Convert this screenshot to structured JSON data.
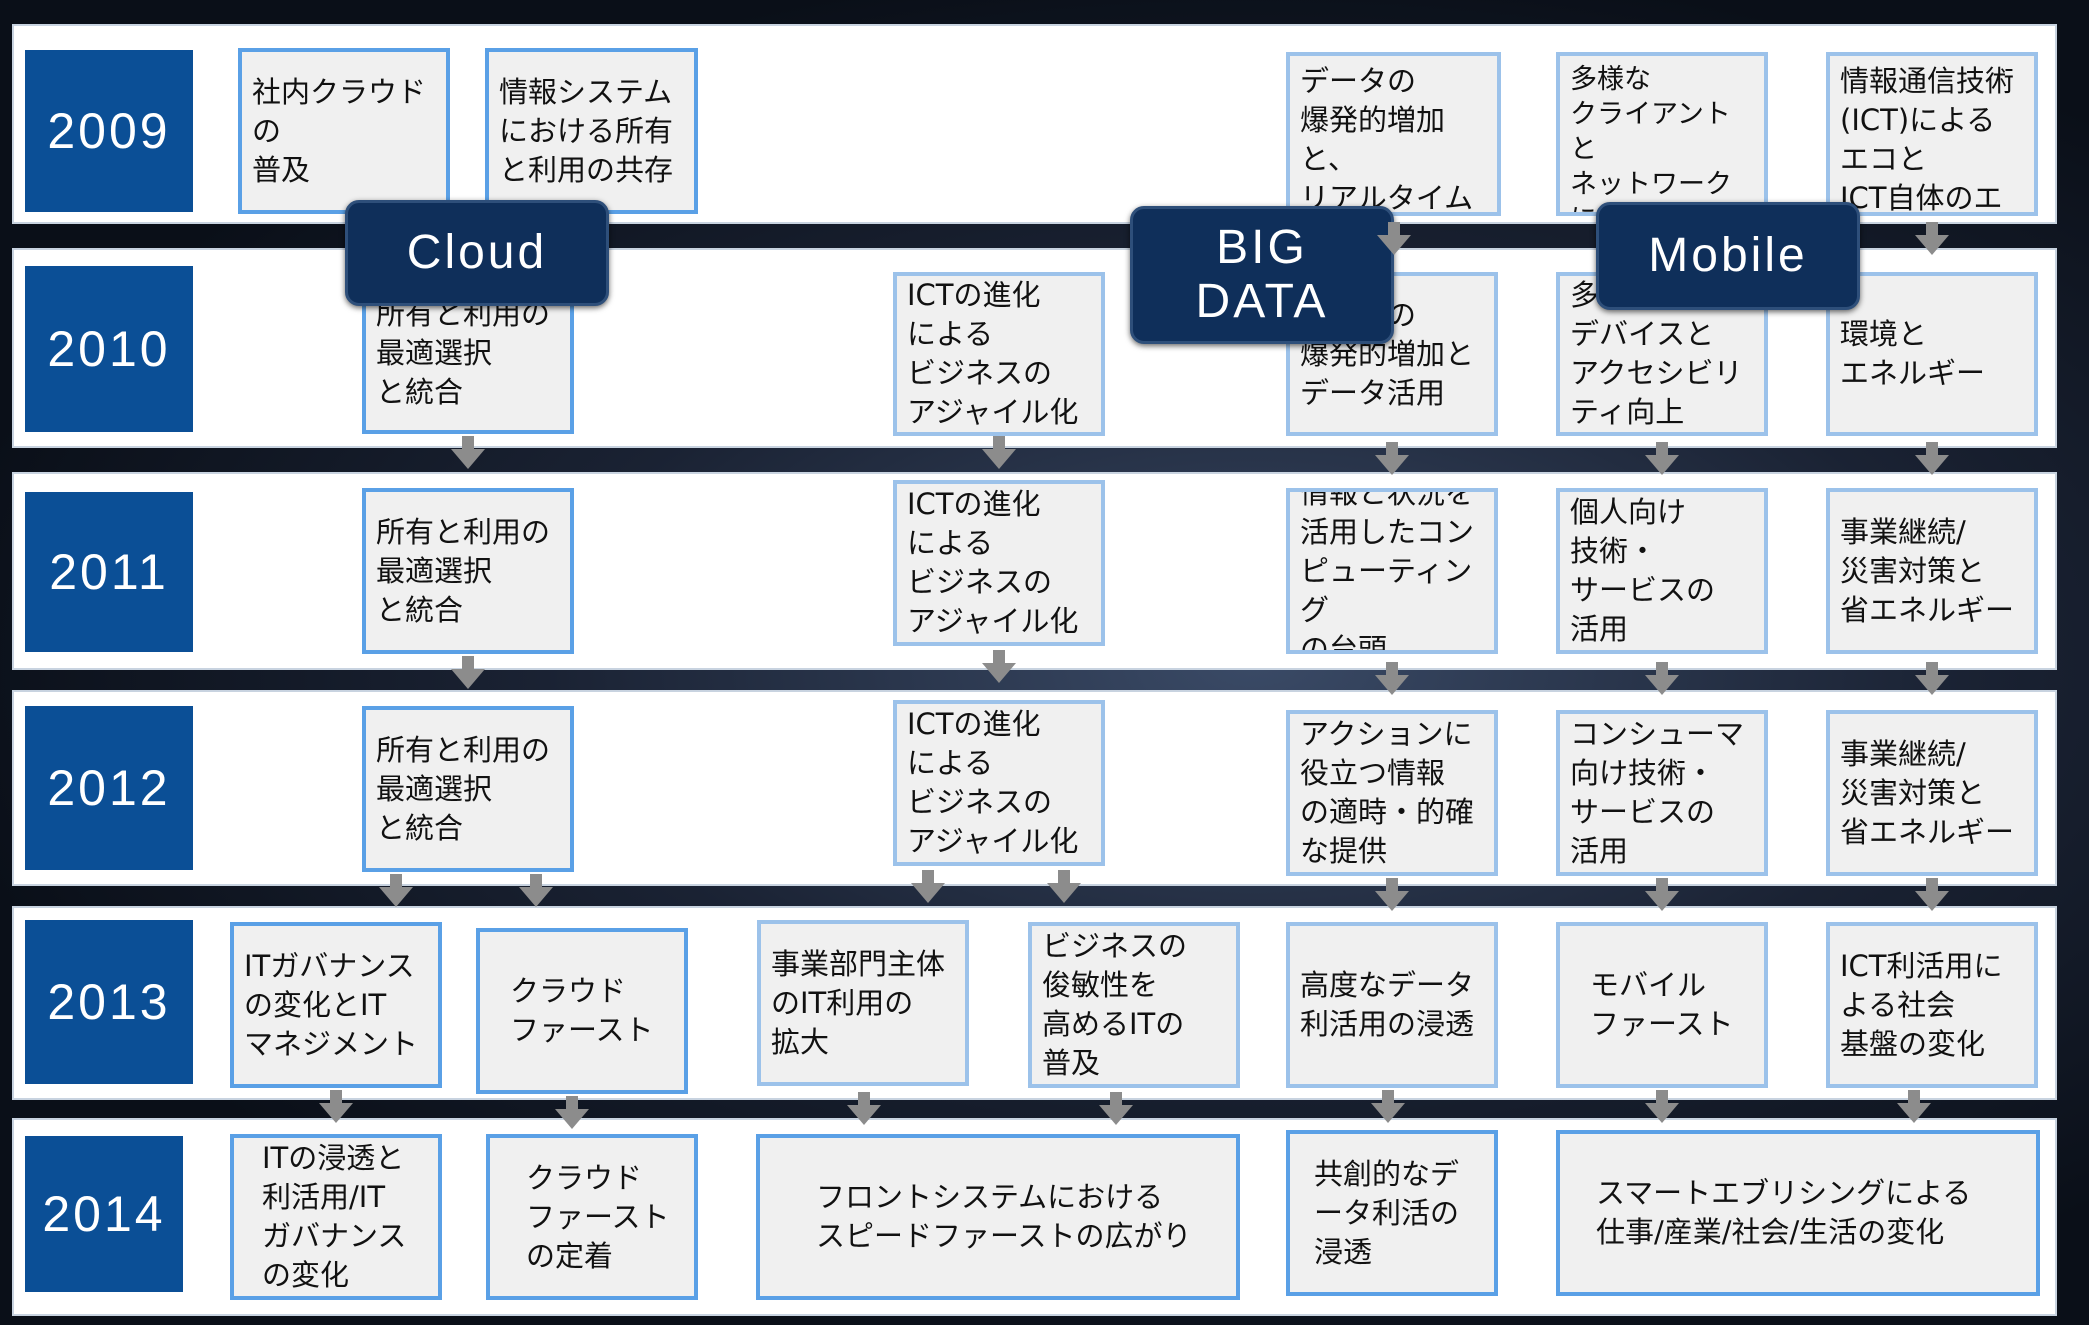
{
  "years": [
    "2009",
    "2010",
    "2011",
    "2012",
    "2013",
    "2014"
  ],
  "themes": {
    "cloud": "Cloud",
    "bigdata": "BIG\nDATA",
    "mobile": "Mobile"
  },
  "boxes": {
    "y2009": {
      "c1": "社内クラウドの\n普及",
      "c2": "情報システム\nにおける所有\nと利用の共存",
      "b1": "データの\n爆発的増加と、\nリアルタイムで\nのデータ活用",
      "m1": "多様な\nクライアントと\nネットワークに\nよるアクセシ\nビリティ向上",
      "e1": "情報通信技術\n(ICT)による\nエコと\nICT自体のエコ"
    },
    "y2010": {
      "c1": "所有と利用の\n最適選択\nと統合",
      "a1": "ICTの進化\nによる\nビジネスの\nアジャイル化",
      "b1": "データの\n爆発的増加と\nデータ活用",
      "m1": "多様な\nデバイスと\nアクセシビリ\nティ向上",
      "e1": "環境と\nエネルギー"
    },
    "y2011": {
      "c1": "所有と利用の\n最適選択\nと統合",
      "a1": "ICTの進化\nによる\nビジネスの\nアジャイル化",
      "b1": "情報と状況を\n活用したコン\nピューティング\nの台頭",
      "m1": "個人向け\n技術・\nサービスの\n活用",
      "e1": "事業継続/\n災害対策と\n省エネルギー"
    },
    "y2012": {
      "c1": "所有と利用の\n最適選択\nと統合",
      "a1": "ICTの進化\nによる\nビジネスの\nアジャイル化",
      "b1": "アクションに\n役立つ情報\nの適時・的確\nな提供",
      "m1": "コンシューマ\n向け技術・\nサービスの\n活用",
      "e1": "事業継続/\n災害対策と\n省エネルギー"
    },
    "y2013": {
      "g1": "ITガバナンス\nの変化とIT\nマネジメント",
      "g2": "クラウド\nファースト",
      "g3": "事業部門主体\nのIT利用の\n拡大",
      "g4": "ビジネスの\n俊敏性を\n高めるITの\n普及",
      "b1": "高度なデータ\n利活用の浸透",
      "m1": "モバイル\nファースト",
      "e1": "ICT利活用に\nよる社会\n基盤の変化"
    },
    "y2014": {
      "g1": "ITの浸透と\n利活用/IT\nガバナンス\nの変化",
      "g2": "クラウド\nファースト\nの定着",
      "g3": "フロントシステムにおける\nスピードファーストの広がり",
      "b1": "共創的なデ\nータ利活の\n浸透",
      "m1": "スマートエブリシングによる\n仕事/産業/社会/生活の変化"
    }
  },
  "colors": {
    "year_bg": "#0b4f96",
    "box_border": "#5aa0e6",
    "box_fill": "#f0f0f0",
    "pill_bg": "#0f2f5a",
    "arrow": "#8c8c8c"
  }
}
